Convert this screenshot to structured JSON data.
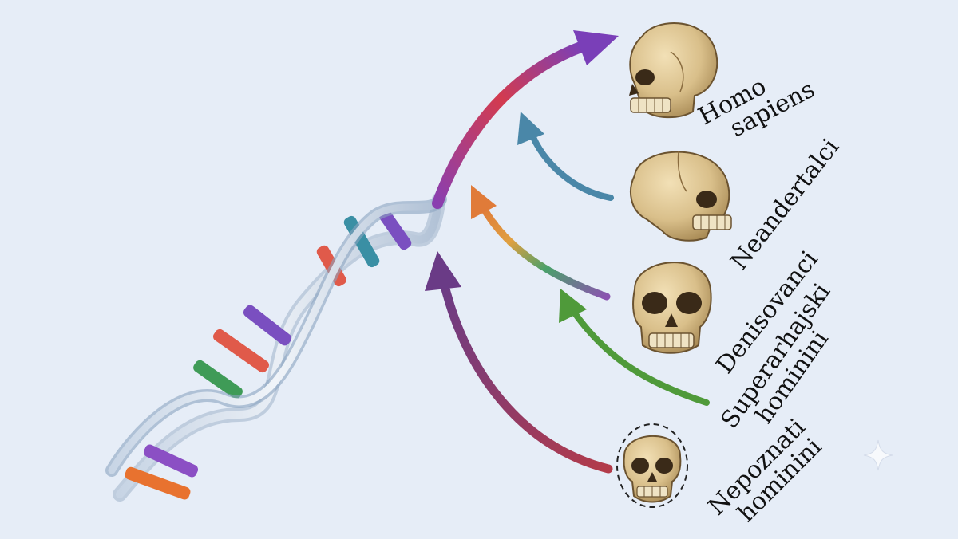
{
  "labels": {
    "homo_sapiens": [
      "Homo",
      "sapiens"
    ],
    "neandertalci": [
      "Neandertalci"
    ],
    "denisovanci": [
      "Denisovanci"
    ],
    "superarhajski": [
      "Superarhajski",
      "hominini"
    ],
    "nepoznati": [
      "Nepoznati",
      "hominini"
    ]
  },
  "colors": {
    "background": "#e6edf7",
    "homo_sapiens_arrow": [
      "#d33b4f",
      "#8a3fb0"
    ],
    "neandertalci_arrow": "#4a87a8",
    "denisovanci_arrow": [
      "#e07b39",
      "#4aa06a",
      "#8b53b0"
    ],
    "superarhajski_arrow": "#4f9a3a",
    "nepoznati_arrow": [
      "#b33b4a",
      "#6a3b86"
    ],
    "dna_strand": "#b8c9dc",
    "dna_rungs": [
      "#e8722f",
      "#8b4fc4",
      "#3f9b57",
      "#e05a4a",
      "#3a8fa4",
      "#7a4fc0"
    ],
    "skull": "#d9c08c"
  },
  "icons": [
    "dna-helix-icon",
    "skull-icon",
    "sparkle-icon"
  ]
}
